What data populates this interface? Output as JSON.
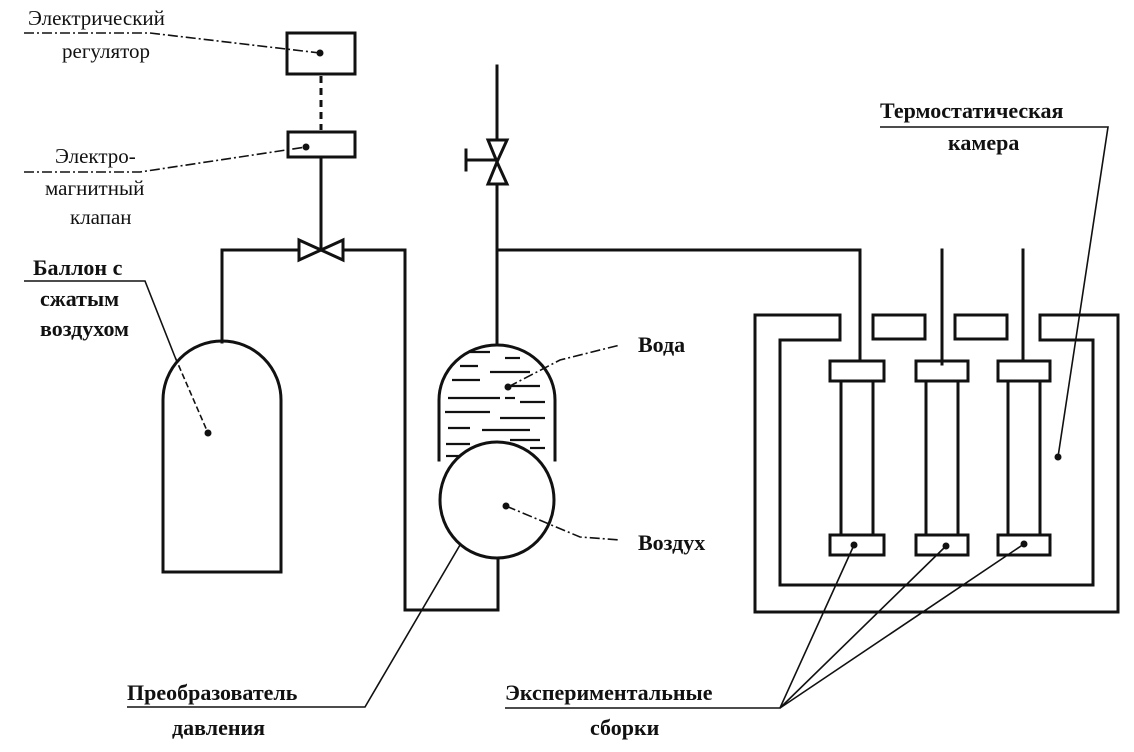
{
  "diagram": {
    "title": "Схема установки для испытания экспериментальных сборок под давлением",
    "labels": {
      "regulator": [
        "Электрический",
        "регулятор"
      ],
      "solenoid_valve": [
        "Электро-",
        "магнитный",
        "клапан"
      ],
      "cylinder": [
        "Баллон с",
        "сжатым",
        "воздухом"
      ],
      "water": "Вода",
      "air": "Воздух",
      "transducer": [
        "Преобразователь",
        "давления"
      ],
      "thermo_chamber": [
        "Термостатическая",
        "камера"
      ],
      "assemblies": [
        "Экспериментальные",
        "сборки"
      ]
    },
    "components": [
      {
        "id": "electric-regulator",
        "type": "box"
      },
      {
        "id": "solenoid-valve",
        "type": "box"
      },
      {
        "id": "shutoff-valve",
        "type": "valve"
      },
      {
        "id": "air-cylinder",
        "type": "vessel"
      },
      {
        "id": "manual-valve",
        "type": "valve-with-handle"
      },
      {
        "id": "pressure-transducer",
        "type": "vessel-with-bladder"
      },
      {
        "id": "thermostatic-chamber",
        "type": "chamber"
      },
      {
        "id": "assembly-1",
        "type": "column"
      },
      {
        "id": "assembly-2",
        "type": "column"
      },
      {
        "id": "assembly-3",
        "type": "column"
      }
    ],
    "colors": {
      "ink": "#111111",
      "paper": "#ffffff"
    }
  }
}
